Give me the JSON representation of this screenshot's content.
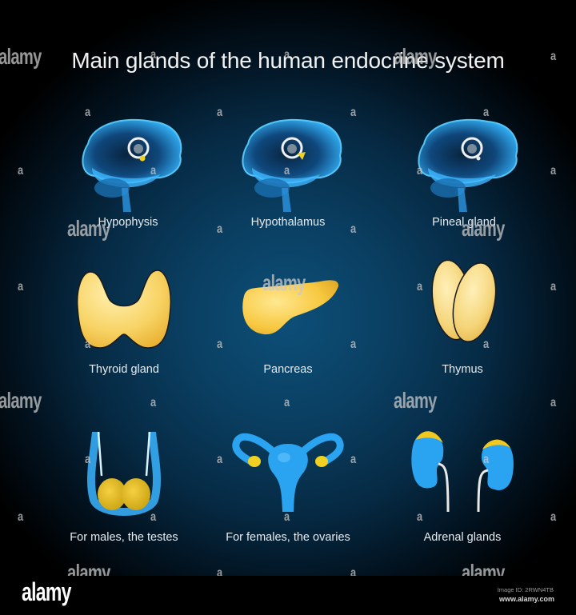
{
  "title": "Main glands of the human endocrine system",
  "glands": [
    {
      "label": "Hypophysis",
      "icon": "brain-hypophysis-icon",
      "highlight_color": "#f0d020"
    },
    {
      "label": "Hypothalamus",
      "icon": "brain-hypothalamus-icon",
      "highlight_color": "#f0d020"
    },
    {
      "label": "Pineal gland",
      "icon": "brain-pineal-icon",
      "highlight_color": "#e8e8e8"
    },
    {
      "label": "Thyroid gland",
      "icon": "thyroid-icon",
      "highlight_color": "#f7d060"
    },
    {
      "label": "Pancreas",
      "icon": "pancreas-icon",
      "highlight_color": "#f7c840"
    },
    {
      "label": "Thymus",
      "icon": "thymus-icon",
      "highlight_color": "#f5d57a"
    },
    {
      "label": "For males, the testes",
      "icon": "testes-icon",
      "highlight_color": "#e8c520"
    },
    {
      "label": "For females, the ovaries",
      "icon": "ovaries-icon",
      "highlight_color": "#f0d020"
    },
    {
      "label": "Adrenal glands",
      "icon": "adrenal-kidneys-icon",
      "highlight_color": "#f0c820"
    }
  ],
  "colors": {
    "organ_blue": "#2aa4f0",
    "gland_yellow": "#f7cf4a",
    "background_center": "#0d4f78",
    "background_edge": "#000000"
  },
  "watermark": {
    "brand": "alamy",
    "letter": "a"
  },
  "footer": {
    "brand": "alamy",
    "image_id": "Image ID: 2RWN4TB",
    "site": "www.alamy.com"
  }
}
